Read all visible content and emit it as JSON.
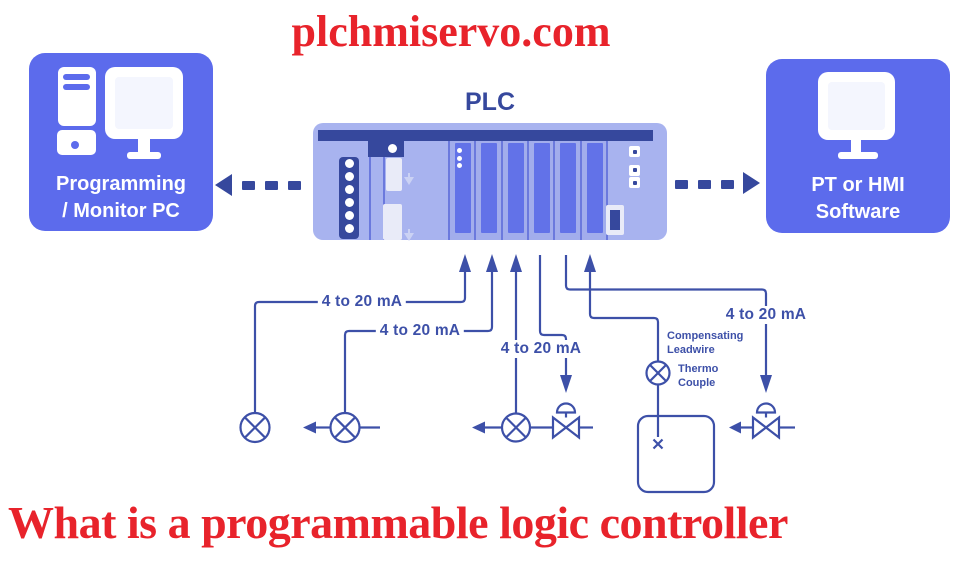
{
  "site_title": "plchmiservo.com",
  "heading": "What is a programmable logic controller",
  "diagram": {
    "plc_label": "PLC",
    "left_node": {
      "line1": "Programming",
      "line2": "/ Monitor PC"
    },
    "right_node": {
      "line1": "PT or HMI",
      "line2": "Software"
    },
    "signal_labels": {
      "input1": "4 to 20 mA",
      "input2": "4 to 20 mA",
      "output1": "4 to 20 mA",
      "output2": "4 to 20 mA"
    },
    "thermocouple": {
      "leadwire_line1": "Compensating",
      "leadwire_line2": "Leadwire",
      "sensor_line1": "Thermo",
      "sensor_line2": "Couple"
    }
  },
  "colors": {
    "accent_red": "#E8232B",
    "node_fill": "#5C6BEC",
    "plc_body": "#A8B3EF",
    "dark_navy": "#36489D",
    "module_fill": "#6272E8",
    "line_blue": "#3D50A8"
  }
}
